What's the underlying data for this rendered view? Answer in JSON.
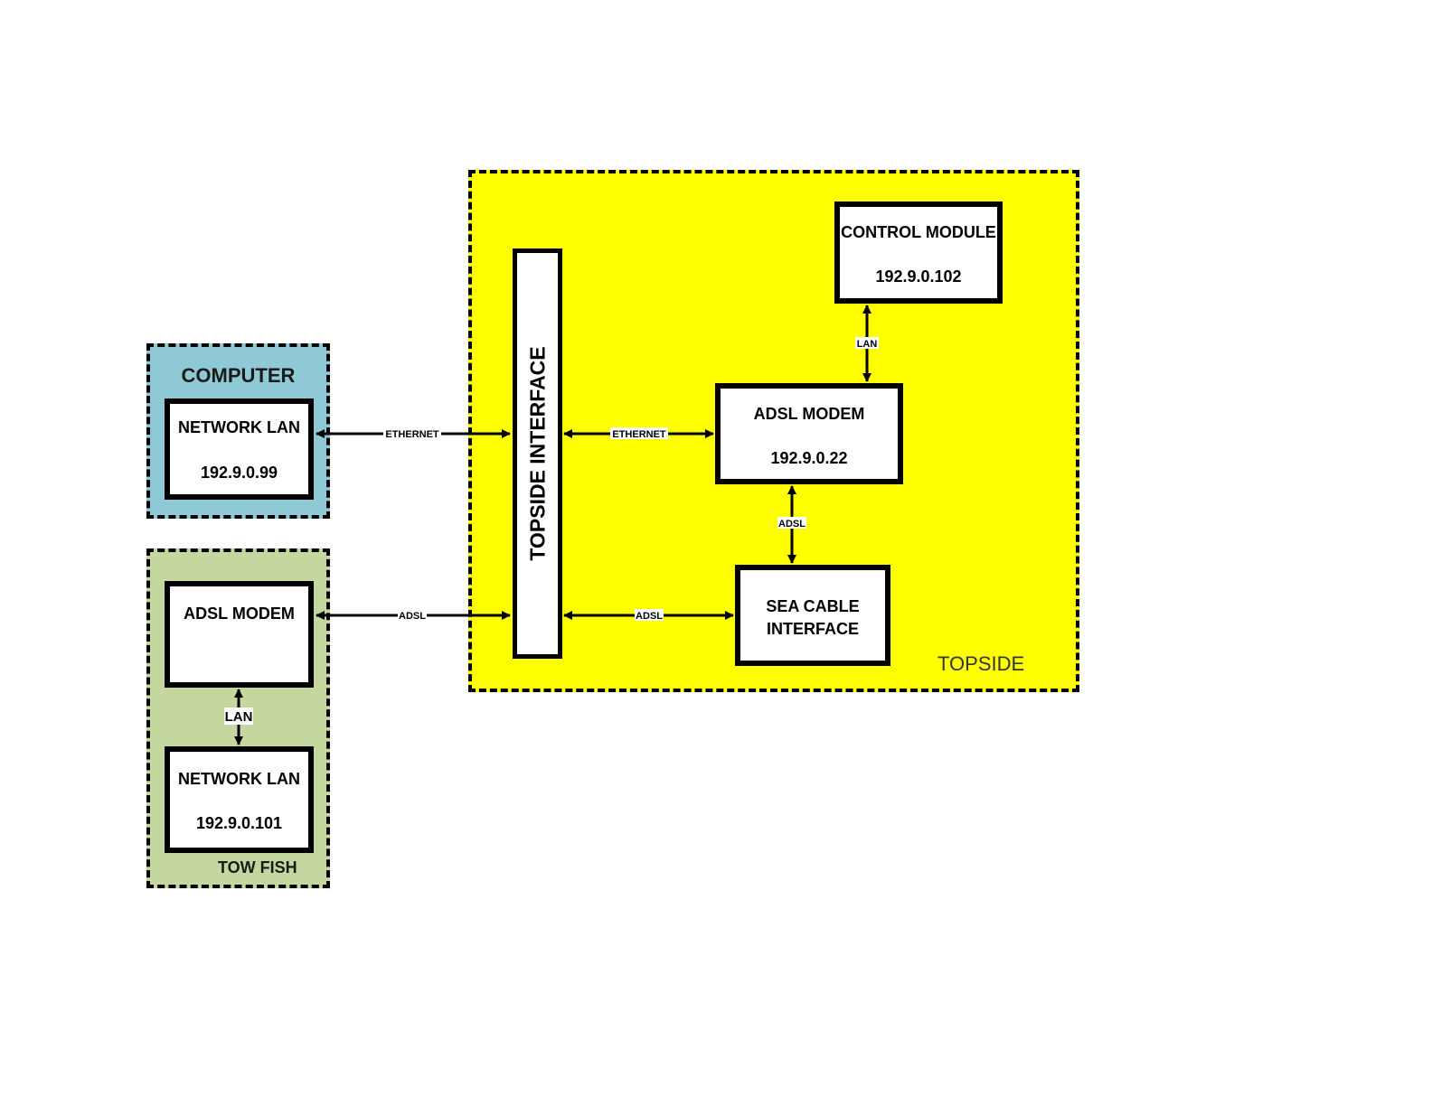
{
  "colors": {
    "computer_fill": "#8fc9d6",
    "towfish_fill": "#c4d79f",
    "topside_fill": "#ffff00",
    "box_fill": "#ffffff",
    "line": "#000000"
  },
  "groups": {
    "computer": {
      "title": "COMPUTER"
    },
    "towfish": {
      "title": "TOW FISH"
    },
    "topside": {
      "title": "TOPSIDE"
    }
  },
  "boxes": {
    "computer_network_lan": {
      "line1": "NETWORK LAN",
      "line2": "192.9.0.99"
    },
    "towfish_adsl_modem": {
      "line1": "ADSL MODEM"
    },
    "towfish_network_lan": {
      "line1": "NETWORK LAN",
      "line2": "192.9.0.101"
    },
    "topside_interface": {
      "label": "TOPSIDE INTERFACE"
    },
    "control_module": {
      "line1": "CONTROL MODULE",
      "line2": "192.9.0.102"
    },
    "topside_adsl_modem": {
      "line1": "ADSL MODEM",
      "line2": "192.9.0.22"
    },
    "sea_cable_interface": {
      "line1": "SEA CABLE",
      "line2": "INTERFACE"
    }
  },
  "connections": {
    "computer_ethernet": "ETHERNET",
    "towfish_adsl": "ADSL",
    "towfish_lan": "LAN",
    "interface_ethernet": "ETHERNET",
    "interface_adsl": "ADSL",
    "modem_control_lan": "LAN",
    "modem_seacable_adsl": "ADSL"
  }
}
